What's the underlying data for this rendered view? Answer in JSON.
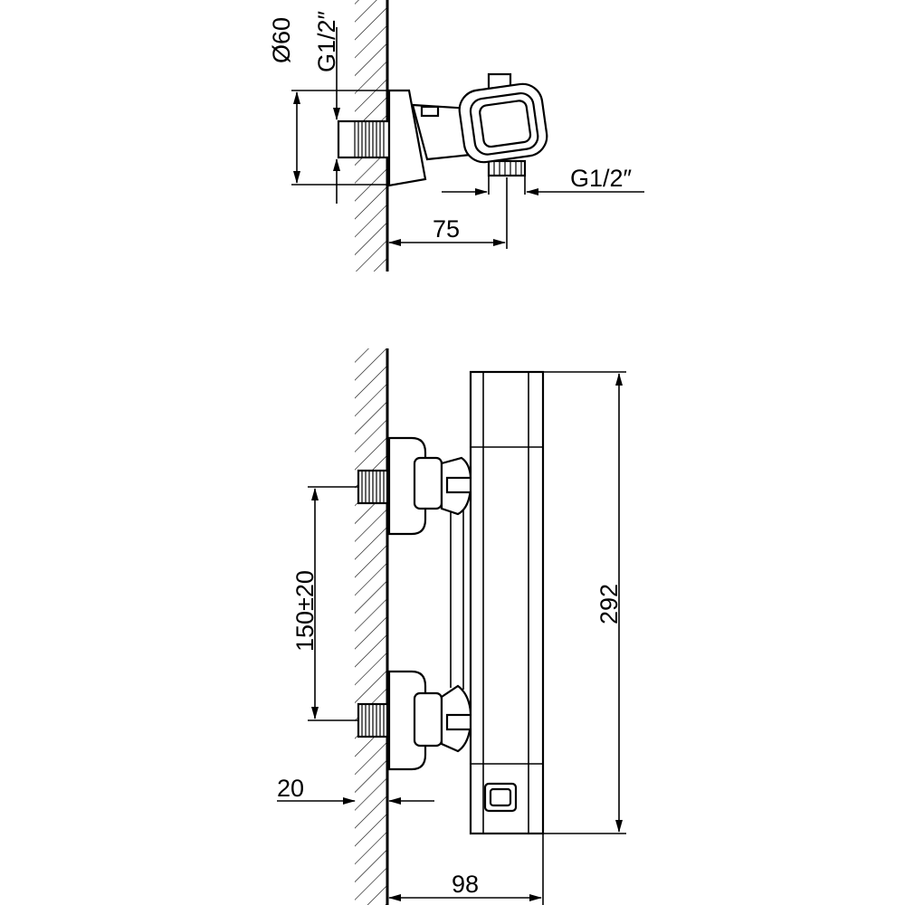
{
  "labels": {
    "pipe_diameter": "Ø60",
    "inlet_thread": "G1/2″",
    "outlet_thread": "G1/2″",
    "projection": "75",
    "inlet_spacing": "150±20",
    "total_height": "292",
    "wall_offset": "20",
    "total_depth": "98"
  },
  "colors": {
    "line": "#000000",
    "background": "#ffffff"
  }
}
